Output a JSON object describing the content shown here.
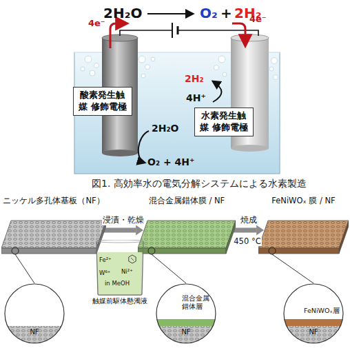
{
  "diagram": {
    "caption": "図1. 高効率水の電気分解システムによる水素製造",
    "nodes": [
      {
        "text": [
          "酸素発生触媒 修飾電極"
        ]
      },
      {
        "text": [
          "水素発生触媒 修飾電極"
        ]
      },
      {
        "text": [
          "ニッケル多孔体基板（NF）"
        ]
      },
      {
        "text": [
          "混合金属錯体膜 / NF"
        ]
      },
      {
        "text": [
          "FeNiWOₓ 膜 / NF"
        ]
      },
      {
        "text": [
          "Fe²⁺",
          "W⁶⁺",
          "Ni²⁺",
          "in MeOH",
          "触媒前駆体懸濁液"
        ]
      },
      {
        "text": [
          "NF"
        ]
      },
      {
        "text": [
          "混合金属 錯体層",
          "NF"
        ]
      },
      {
        "text": [
          "FeNiWOₓ層",
          "NF"
        ]
      }
    ],
    "edges": [
      {
        "from": 2,
        "to": 3,
        "arrow": "to",
        "label": "浸漬・乾燥"
      },
      {
        "from": 3,
        "to": 4,
        "arrow": "to",
        "label": "焼成"
      },
      {
        "from": 2,
        "to": 6,
        "arrow": "none"
      },
      {
        "from": 3,
        "to": 7,
        "arrow": "none"
      },
      {
        "from": 4,
        "to": 8,
        "arrow": "none"
      }
    ],
    "labels": [
      "2H₂O",
      "O₂",
      "+",
      "2H₂",
      "4e⁻",
      "4e⁻",
      "2H₂",
      "4H⁺",
      "2H₂O",
      "O₂ + 4H⁺",
      "450 °C"
    ]
  }
}
